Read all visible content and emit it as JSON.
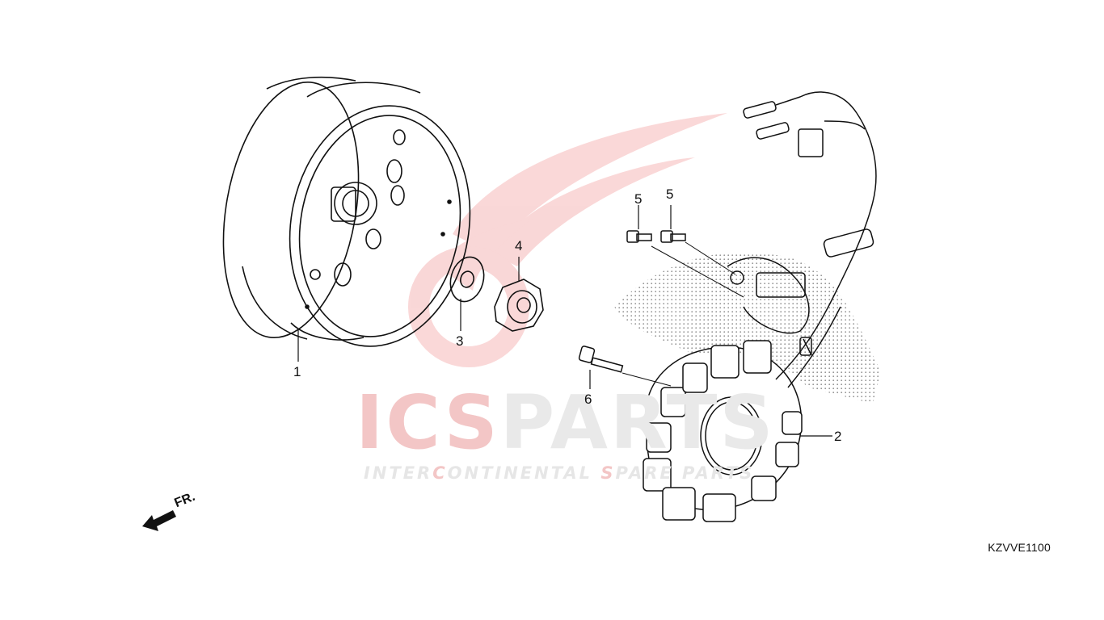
{
  "diagram": {
    "part_code": "KZVVE1100",
    "direction_label": "FR.",
    "callouts": [
      {
        "id": "flywheel",
        "number": "1"
      },
      {
        "id": "stator",
        "number": "2"
      },
      {
        "id": "washer",
        "number": "3"
      },
      {
        "id": "nut",
        "number": "4"
      },
      {
        "id": "screw-a",
        "number": "5"
      },
      {
        "id": "screw-b",
        "number": "5"
      },
      {
        "id": "bolt",
        "number": "6"
      }
    ]
  },
  "watermark": {
    "brand_red": "ICS",
    "brand_gray": "PARTS",
    "tagline_part1": "INTER",
    "tagline_part2": "C",
    "tagline_part3": "ONTINENTAL ",
    "tagline_part4": "S",
    "tagline_part5": "PARE PARTS",
    "accent_color": "#e84c4c"
  }
}
